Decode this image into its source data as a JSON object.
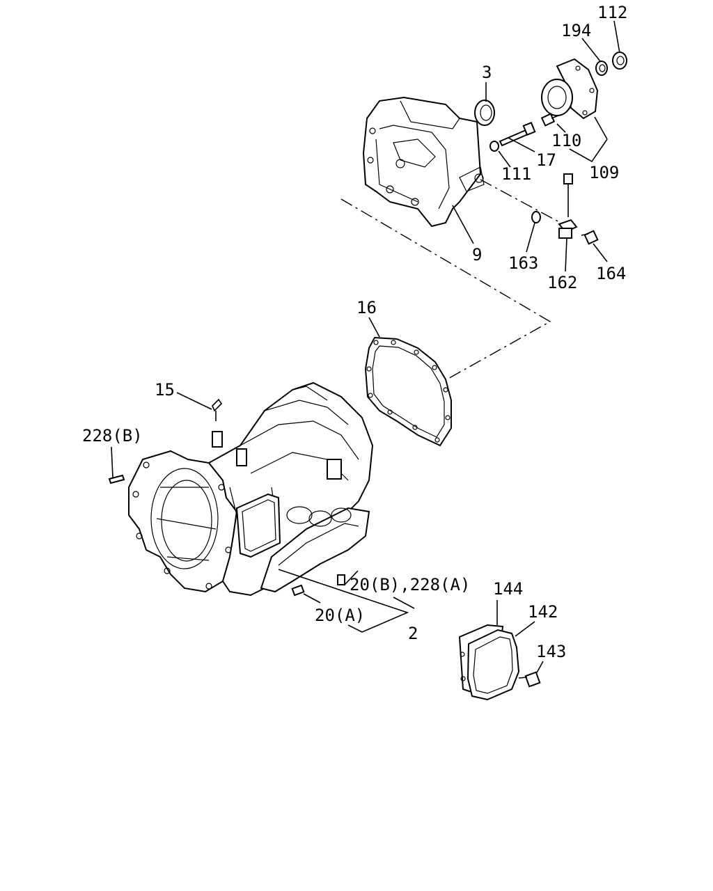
{
  "callouts": {
    "c112": "112",
    "c194": "194",
    "c3": "3",
    "c110": "110",
    "c17": "17",
    "c111": "111",
    "c109": "109",
    "c9": "9",
    "c163": "163",
    "c162": "162",
    "c164": "164",
    "c16": "16",
    "c15": "15",
    "c228b": "228(B)",
    "c20b228a": "20(B),228(A)",
    "c20a": "20(A)",
    "c2": "2",
    "c144": "144",
    "c142": "142",
    "c143": "143"
  }
}
